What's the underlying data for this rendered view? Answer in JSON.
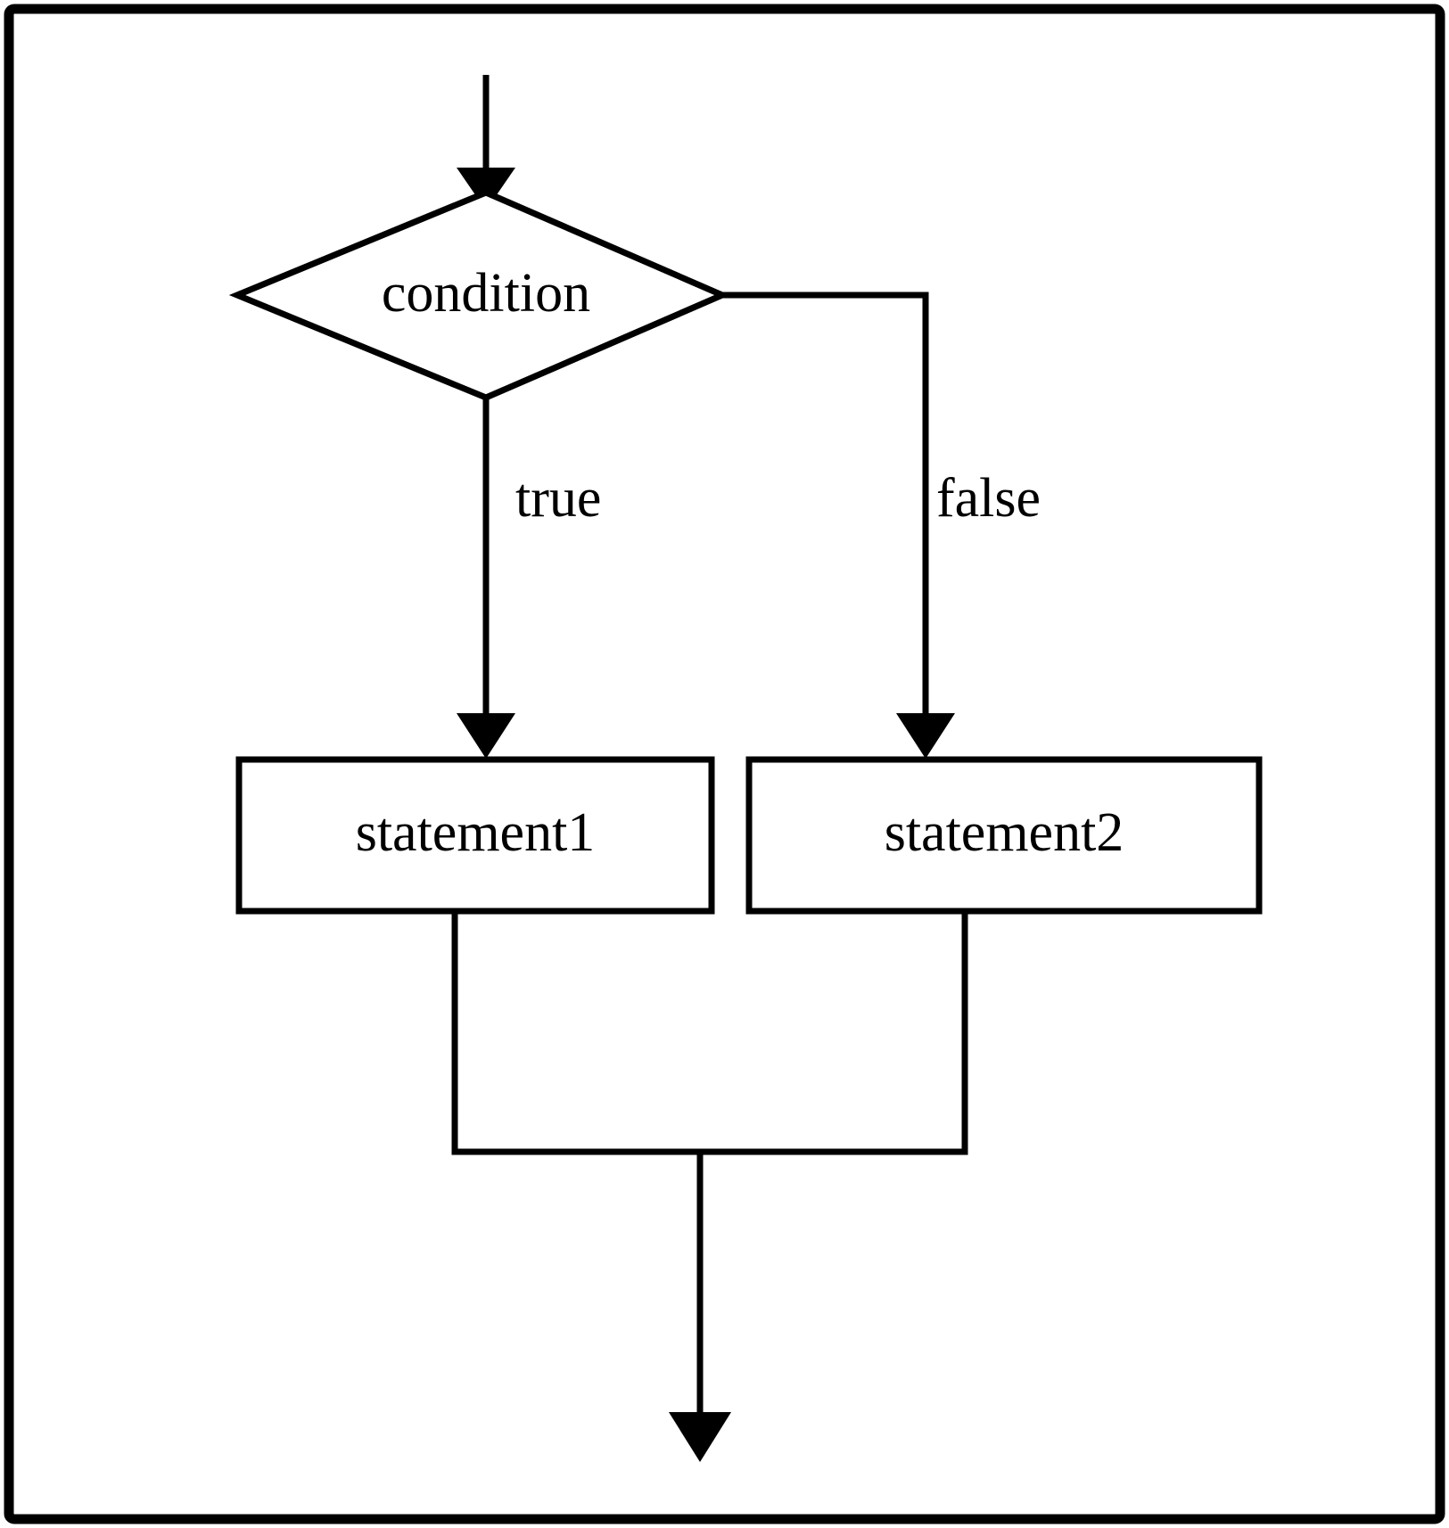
{
  "figure": {
    "kind": "flowchart",
    "description": "if-else control flow diagram",
    "frame_color": "#000000",
    "background_color": "#ffffff",
    "line_color": "#000000"
  },
  "nodes": {
    "decision": {
      "shape": "diamond",
      "label": "condition"
    },
    "true_branch_box": {
      "shape": "rectangle",
      "label": "statement1"
    },
    "false_branch_box": {
      "shape": "rectangle",
      "label": "statement2"
    }
  },
  "edges": {
    "entry": {
      "label": ""
    },
    "true": {
      "label": "true"
    },
    "false": {
      "label": "false"
    },
    "merge": {
      "label": ""
    },
    "exit": {
      "label": ""
    }
  }
}
